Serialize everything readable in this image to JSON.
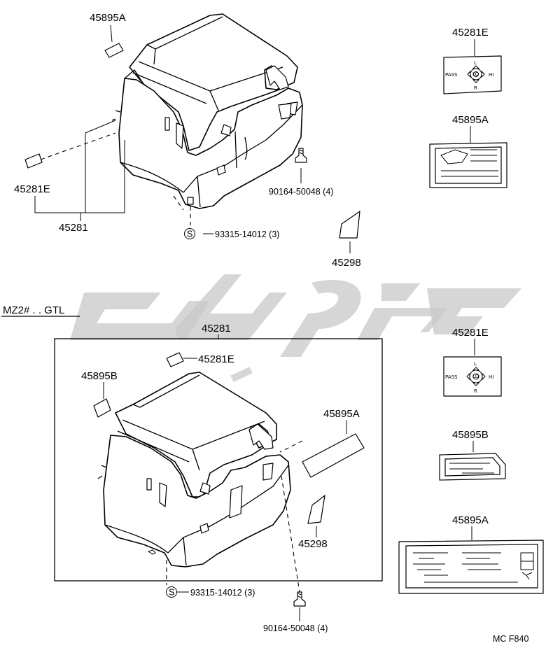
{
  "labels": {
    "top_45895A": "45895A",
    "top_45281E": "45281E",
    "top_45281": "45281",
    "top_90164": "90164-50048 (4)",
    "top_93315": "93315-14012 (3)",
    "top_45298": "45298",
    "mz2": "MZ2# . . GTL",
    "box_45281": "45281",
    "box_45281E": "45281E",
    "box_45895B": "45895B",
    "box_45895A": "45895A",
    "box_45298": "45298",
    "bot_93315": "93315-14012 (3)",
    "bot_90164": "90164-50048 (4)",
    "side_45281E_1": "45281E",
    "side_45895A_1": "45895A",
    "side_45281E_2": "45281E",
    "side_45895B": "45895B",
    "side_45895A_2": "45895A",
    "footer": "MC F840"
  },
  "symbols": {
    "s1": "S",
    "s2": "S"
  },
  "switch_label": {
    "pass": "PASS",
    "hi": "HI",
    "lo": "LO",
    "l": "L",
    "r": "R"
  },
  "colors": {
    "line": "#000000",
    "watermark": "#c8c8c8",
    "background": "#ffffff"
  }
}
